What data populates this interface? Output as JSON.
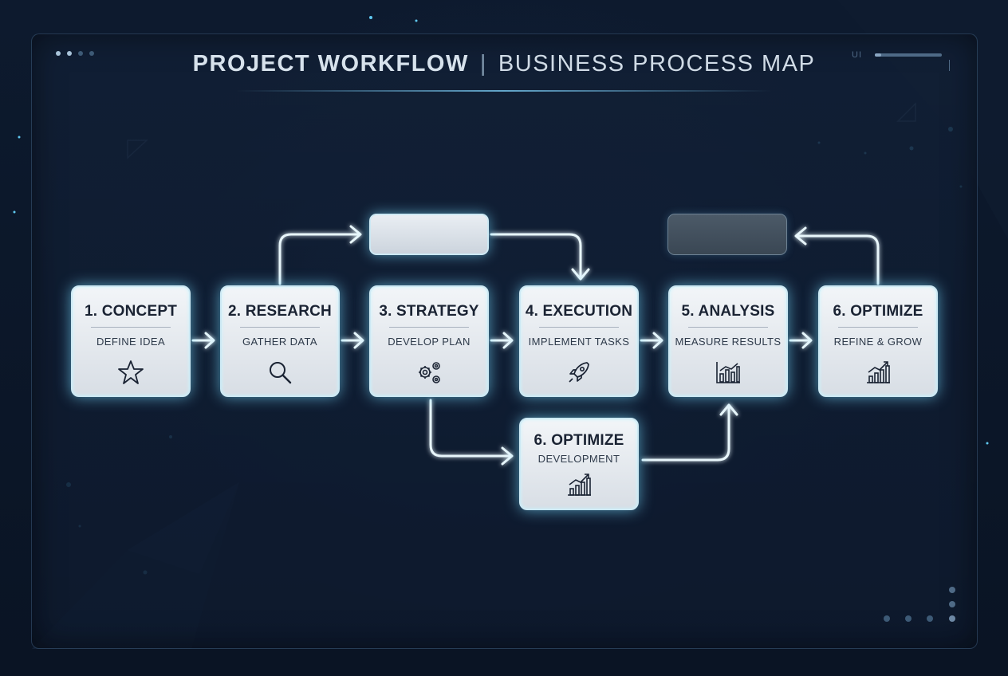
{
  "title": {
    "bold": "PROJECT WORKFLOW",
    "separator": "|",
    "light": "BUSINESS PROCESS MAP"
  },
  "corner_tag": "UI",
  "nodes": [
    {
      "id": "concept",
      "title": "1. CONCEPT",
      "subtitle": "DEFINE IDEA",
      "icon": "star-icon"
    },
    {
      "id": "research",
      "title": "2. RESEARCH",
      "subtitle": "GATHER DATA",
      "icon": "magnifier-icon"
    },
    {
      "id": "strategy",
      "title": "3. STRATEGY",
      "subtitle": "DEVELOP PLAN",
      "icon": "gears-icon"
    },
    {
      "id": "execution",
      "title": "4. EXECUTION",
      "subtitle": "IMPLEMENT TASKS",
      "icon": "rocket-icon"
    },
    {
      "id": "analysis",
      "title": "5. ANALYSIS",
      "subtitle": "MEASURE RESULTS",
      "icon": "bar-chart-icon"
    },
    {
      "id": "optimize",
      "title": "6. OPTIMIZE",
      "subtitle": "REFINE & GROW",
      "icon": "growth-chart-icon"
    }
  ],
  "branch_node": {
    "id": "optimize-dev",
    "title": "6. OPTIMIZE",
    "subtitle": "DEVELOPMENT",
    "icon": "growth-chart-icon"
  },
  "colors": {
    "background": "#0c1628",
    "node_fill": "#eef2f6",
    "glow": "#7fdcff",
    "connector": "#e8f6fb",
    "text_dark": "#1a2333"
  }
}
